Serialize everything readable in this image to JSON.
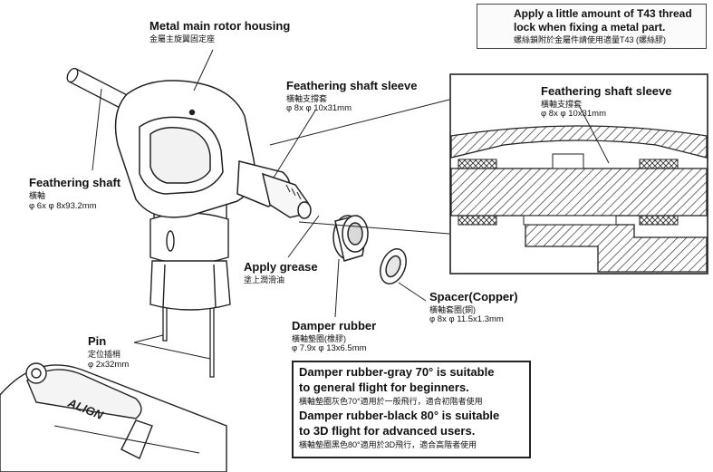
{
  "tip": {
    "en_line1": "Apply a little amount of T43 thread",
    "en_line2": "lock when fixing a metal part.",
    "zh": "螺絲鎖附於金屬件請使用適量T43 (螺絲膠)"
  },
  "labels": {
    "rotor_housing": {
      "en": "Metal main rotor housing",
      "zh": "金屬主旋翼固定座"
    },
    "sleeve_top": {
      "en": "Feathering shaft sleeve",
      "zh": "橫軸支撐套",
      "dim": "φ 8x φ 10x31mm"
    },
    "sleeve_detail": {
      "en": "Feathering shaft sleeve",
      "zh": "橫軸支撐套",
      "dim": "φ 8x φ 10x31mm"
    },
    "shaft": {
      "en": "Feathering shaft",
      "zh": "橫軸",
      "dim": "φ 6x φ 8x93.2mm"
    },
    "grease": {
      "en": "Apply grease",
      "zh": "塗上潤滑油"
    },
    "spacer": {
      "en": "Spacer(Copper)",
      "zh": "橫軸套圈(銅)",
      "dim": "φ 8x φ 11.5x1.3mm"
    },
    "damper": {
      "en": "Damper rubber",
      "zh": "橫軸墊圈(橡膠)",
      "dim": "φ 7.9x φ 13x6.5mm"
    },
    "pin": {
      "en": "Pin",
      "zh": "定位插梢",
      "dim": "φ 2x32mm"
    }
  },
  "note": {
    "gray_line1": "Damper rubber-gray 70° is suitable",
    "gray_line2": "to general flight for beginners.",
    "gray_zh": "橫軸墊圈灰色70°適用於一般飛行，適合初階者使用",
    "black_line1": "Damper rubber-black 80° is suitable",
    "black_line2": "to 3D flight for advanced users.",
    "black_zh": "橫軸墊圈黑色80°適用於3D飛行，適合高階者使用"
  },
  "logo_text": "ALIGN"
}
